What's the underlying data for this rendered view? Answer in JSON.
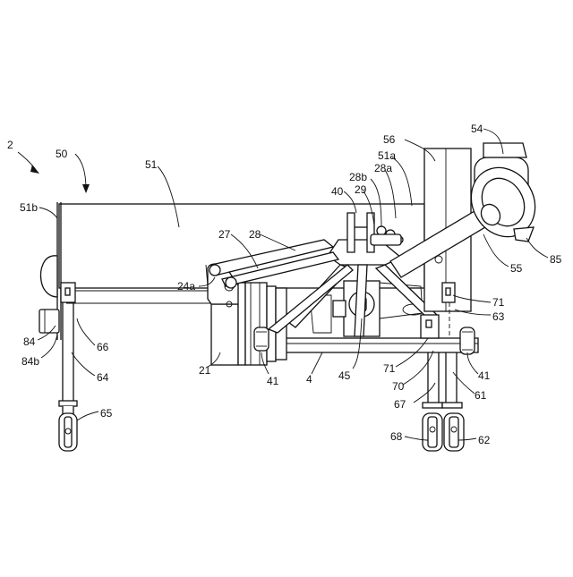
{
  "figure": {
    "labels": {
      "l2": "2",
      "l50": "50",
      "l51": "51",
      "l51b": "51b",
      "l56": "56",
      "l54": "54",
      "l51a": "51a",
      "l28a": "28a",
      "l28b": "28b",
      "l29": "29",
      "l40": "40",
      "l27": "27",
      "l28": "28",
      "l24a": "24a",
      "l85": "85",
      "l55": "55",
      "l71a": "71",
      "l63": "63",
      "l84": "84",
      "l84b": "84b",
      "l66": "66",
      "l64": "64",
      "l65": "65",
      "l21": "21",
      "l41a": "41",
      "l4": "4",
      "l45": "45",
      "l71b": "71",
      "l70": "70",
      "l41b": "41",
      "l67": "67",
      "l61": "61",
      "l68": "68",
      "l62": "62"
    }
  }
}
